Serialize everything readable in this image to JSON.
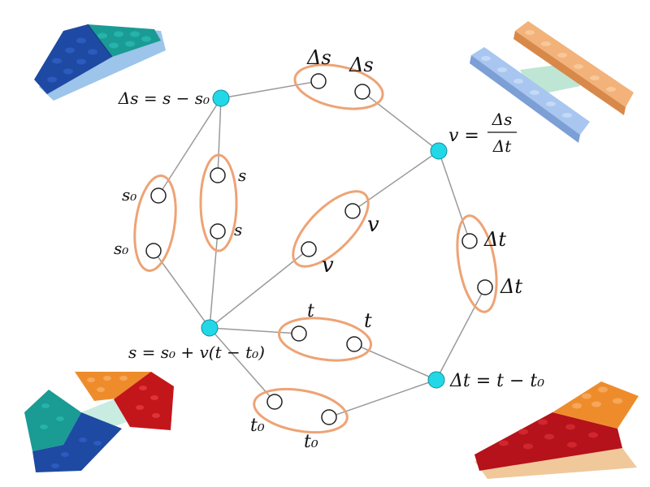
{
  "hub_color": "#22d8e6",
  "group_color": "#eea374",
  "edge_color": "#9a9a9a",
  "hubs": {
    "delta_s": {
      "text": "Δs = s − s₀"
    },
    "velocity": {
      "lhs": "v =",
      "num": "Δs",
      "den": "Δt"
    },
    "position": {
      "text": "s = s₀ + v(t − t₀)"
    },
    "delta_t": {
      "text": "Δt = t − t₀"
    }
  },
  "groups": {
    "ds_pair": [
      "Δs",
      "Δs"
    ],
    "s0_pair": [
      "s₀",
      "s₀"
    ],
    "s_pair": [
      "s",
      "s"
    ],
    "v_pair": [
      "v",
      "v"
    ],
    "dt_pair": [
      "Δt",
      "Δt"
    ],
    "t_pair": [
      "t",
      "t"
    ],
    "t0_pair": [
      "t₀",
      "t₀"
    ]
  },
  "bricks": {
    "top_left": [
      "blue",
      "teal"
    ],
    "top_right": [
      "orange",
      "light-blue",
      "mint"
    ],
    "bottom_left": [
      "orange",
      "red",
      "teal",
      "blue",
      "mint"
    ],
    "bottom_right": [
      "orange",
      "red"
    ]
  }
}
